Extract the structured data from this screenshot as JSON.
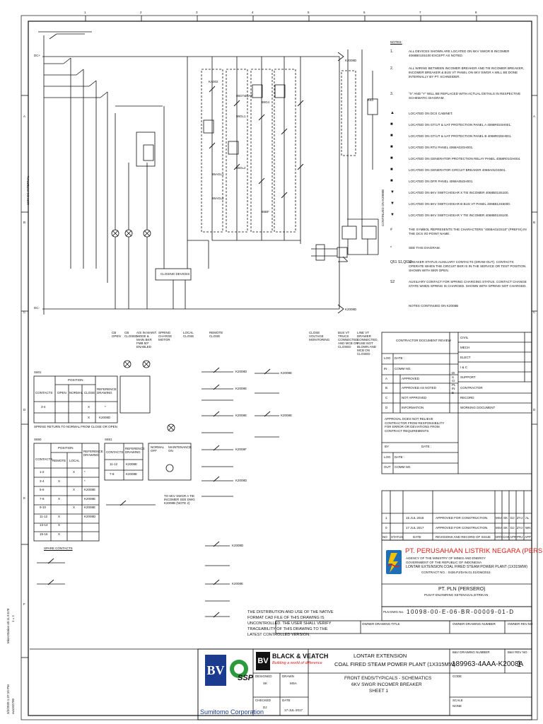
{
  "drawing": {
    "column_numbers": [
      "1",
      "2",
      "3",
      "4",
      "5",
      "6",
      "7",
      "8"
    ],
    "row_letters": [
      "A",
      "B",
      "C",
      "D",
      "E",
      "F"
    ],
    "side_label_left": "110V DC INTERNAL",
    "side_label_right": "CONTINUED ON K2008B"
  },
  "notes": {
    "heading": "NOTES:",
    "items": [
      {
        "num": "1.",
        "text": "ALL DEVICES SHOWN ARE LOCATED ON 6KV SWGR B INCOMER 4068B01S5100 EXCEPT AS NOTED."
      },
      {
        "num": "2.",
        "text": "ALL WIRING BETWEEN INCOMER BREAKER AND TIE INCOMER BREAKER, INCOMER BREAKER & BUS VT PANEL ON 6KV SWGR A WILL BE DONE INTERNALLY BY PT. SCHNEIDER."
      },
      {
        "num": "3.",
        "text": "\"X\" AND \"Y\" WILL BE REPLACED WITH ACTUAL DETAILS IN RESPECTIVE SCHEMATIC DIAGRAM."
      },
      {
        "num": "",
        "sym": "triangle",
        "text": "LOCATED ON DCS CABINET."
      },
      {
        "num": "",
        "sym": "sq",
        "text": "LOCATED ON GT/UT & UAT PROTECTION PANEL A 4068R02SH001."
      },
      {
        "num": "",
        "sym": "sq",
        "text": "LOCATED ON GT/UT & UAT PROTECTION PANEL B 4068R03SH001."
      },
      {
        "num": "",
        "sym": "sq",
        "text": "LOCATED ON RTU PANEL 4068A02GH001."
      },
      {
        "num": "",
        "sym": "sq",
        "text": "LOCATED ON GENERATOR PROTECTION RELAY PANEL 4068R01GH004."
      },
      {
        "num": "",
        "sym": "sq",
        "text": "LOCATED ON GENERATOR CIRCUIT BREAKER 4068A01GS001."
      },
      {
        "num": "",
        "sym": "sq",
        "text": "LOCATED ON DFR PANEL 4068A05GH001."
      },
      {
        "num": "",
        "sym": "tri-down",
        "text": "LOCATED ON 6KV SWITCHGEAR X TIE INCOMER 4068B01S5100."
      },
      {
        "num": "",
        "sym": "tri-down",
        "text": "LOCATED ON 6KV SWITCHGEAR B BUS VT PANEL 4068B12S5000."
      },
      {
        "num": "",
        "sym": "tri-down",
        "text": "LOCATED ON 6KV SWITCHGEAR Y TIE INCOMER 4068B01S5100."
      },
      {
        "num": "#",
        "text": "THE SYMBOL REPRESENTS THE CHARACTERS \"4068A01GS10\" (PREFIX) IN THE DCS I/O POINT NAME."
      },
      {
        "num": "*",
        "text": "SEE THIS DIAGRAM."
      },
      {
        "num": "Q51 S1,Q612",
        "text": "BREAKER STATUS AUXILIARY CONTACTS (DRAW-OUT). CONTACTS OPERATE WHEN THE CIRCUIT BKR IS IN THE SERVICE OR TEST POSITION. SHOWN WITH BKR OPEN."
      },
      {
        "num": "S2",
        "text": "AUXILIARY CONTACT FOR SPRING CHARGING STATUS. CONTACT CHANGE STATE WHEN SPRING IS CHARGED. SHOWN WITH SPRING NOT CHARGED."
      },
      {
        "num": "",
        "text": "NOTES CONTINUED ON K2008B"
      }
    ]
  },
  "schematic": {
    "dc_pos": "DC+",
    "dc_neg": "DC-",
    "ref_top": "K2008D",
    "ref_bottom": "K2008D",
    "closing_devices": "CLOSING DEVICES",
    "relay_labels": [
      "KA002",
      "86GT&UAT",
      "86G4",
      "86GL1",
      "86GL2",
      "86AGL1",
      "86AGL2",
      "86BF",
      "K44"
    ],
    "bottom_labels": [
      "CB OPEN",
      "CB CLOSED",
      "A/S IN MAINT. MODE & MAIN BKR FMB 50* ENABLED",
      "SPRING CHARGE MOTOR",
      "LOCAL CLOSE",
      "REMOTE CLOSE",
      "CLOSE VOLTAGE MONITORING",
      "BUS VT TRUCK CONNECTED AND MCB ON CLOSED",
      "LINE VT DRAWER CONNECTED, FUSE NOT BLOWN AND MCB ON CLOSED"
    ],
    "terminal_refs": [
      "K2008D",
      "K2008E",
      "K2008E",
      "K2008F",
      "K2008D",
      "K2008E",
      "K2008E",
      "K2008D",
      "K2008E"
    ]
  },
  "tables": {
    "s601_title": "S601",
    "s601_headers": [
      "CONTACTS",
      "OPEN",
      "NORMAL",
      "CLOSE",
      "REFERENCE DRAWING"
    ],
    "s601_position_label": "POSITION",
    "s601_rows": [
      [
        "3-4",
        "",
        "",
        "X",
        "*"
      ],
      [
        "",
        "",
        "",
        "X",
        "K2008D"
      ]
    ],
    "s601_caption": "SPRING RETURN TO NORMAL FROM CLOSE OR OPEN",
    "s650_title": "S650",
    "s650_headers": [
      "CONTACTS",
      "REMOTE",
      "LOCAL",
      "REFERENCE DRAWING"
    ],
    "s650_position_label": "POSITION",
    "s650_rows": [
      [
        "1-2",
        "",
        "X",
        "*"
      ],
      [
        "3-4",
        "X",
        "",
        "*"
      ],
      [
        "5-6",
        "",
        "X",
        "K2008E"
      ],
      [
        "7-8",
        "X",
        "",
        "K2008E"
      ],
      [
        "9-10",
        "",
        "X",
        "K2008E"
      ],
      [
        "11-12",
        "X",
        "",
        "K2008D"
      ],
      [
        "13-14",
        "X",
        "",
        ""
      ],
      [
        "15-16",
        "X",
        "",
        ""
      ]
    ],
    "s651_title": "S651",
    "s651_headers": [
      "CONTACTS",
      "REFERENCE DRAWING"
    ],
    "s651_rows": [
      [
        "11-12",
        "K2008E"
      ],
      [
        "7-8",
        "K2008E"
      ]
    ],
    "maint_headers": [
      "NORMAL OFF",
      "MAINTENANCE ON"
    ],
    "spare_contacts": "SPARE CONTACTS",
    "to_swgr_note": "TO 6KV SWGR A TIE INCOMER SEE DWG K2008B (NOTE 2)"
  },
  "review": {
    "title": "CONTRACTOR DOCUMENT REVIEW",
    "log_label": "LOG",
    "date_label": "DATE :",
    "in_label": "IN",
    "comm_no_label": "COMM NO.",
    "statuses": [
      {
        "code": "A",
        "label": "APPROVED"
      },
      {
        "code": "B",
        "label": "APPROVED AS NOTED"
      },
      {
        "code": "C",
        "label": "NOT APPROVED"
      },
      {
        "code": "D",
        "label": "INFORMATION"
      }
    ],
    "disclaimer": "APPROVAL DOES NOT RELIEVE CONTRACTOR FROM RESPONSIBILITY FOR ERROR OR DEVIATIONS FROM CONTRACT REQUIREMENTS",
    "by_label": "BY",
    "out_label": "OUT",
    "disciplines": [
      "CIVIL",
      "MECH",
      "ELECT",
      "I & C",
      "SUPPORT",
      "CONTRACTOR",
      "RECORD",
      "WORKING DOCUMENT"
    ],
    "discipline_vertical": "DISCIPLINE"
  },
  "revisions": {
    "rows": [
      {
        "no": "1",
        "date": "15 JUL 2018",
        "desc": "APPROVED FOR CONSTRUCTION",
        "drn": "MSA",
        "chk": "SK",
        "apr": "DJ",
        "prj": "ZYJ",
        "app": "AL"
      },
      {
        "no": "0",
        "date": "17 JUL 2017",
        "desc": "APPROVED FOR CONSTRUCTION",
        "drn": "MSA",
        "chk": "SK",
        "apr": "DJ",
        "prj": "ZYJ",
        "app": "WN"
      }
    ],
    "headers": [
      "NO",
      "STATUS",
      "DATE",
      "REVISIONS AND RECORD OF ISSUE",
      "DRN",
      "CHK",
      "APR",
      "PRJ",
      "APP"
    ]
  },
  "owner": {
    "name": "PT. PERUSAHAAN LISTRIK NEGARA (PERSERO)",
    "agency": "AGENCY OF THE MINISTRY OF MINES AND ENERGY",
    "government": "GOVERNMENT OF THE REPUBLIC OF INDONESIA",
    "project": "LONTAR EXTENSION COAL FIRED STEAM POWER PLANT (1X315MW)",
    "contract": "CONTRACT NO. : 0436.PJ/DAN.01.01/GM/2015",
    "pln": "PT. PLN (PERSERO)",
    "pln_sub": "PUSAT ENJINIRING KETENAGALISTRIKAN",
    "pln_dwg_label": "PLN DWG No.",
    "pln_dwg_no": "10098-00-E-06-BR-00009-01-D"
  },
  "distribution_note": "THE DISTRIBUTION AND USE OF THE NATIVE FORMAT CAD FILE OF THIS DRAWING IS UNCONTROLLED. THE USER SHALL VERIFY TRACEABILITY OF THIS DRAWING TO THE LATEST CONTROLLED VERSION.",
  "title_block": {
    "owner_dwg_title_label": "OWNER DRAWING TITLE",
    "owner_dwg_title_value": "",
    "owner_dwg_no_label": "OWNER DRAWING NUMBER",
    "owner_rev_label": "OWNER REV.NO",
    "project_line1": "LONTAR EXTENSION",
    "project_line2": "COAL FIRED STEAM POWER PLANT (1X315MW)",
    "bv_dwg_label": "B&V DRAWING NUMBER",
    "bv_dwg_no": "189963-4AAA-K2008A",
    "bv_rev_label": "B&V REV NO",
    "bv_rev": "1",
    "title1": "FRONT ENDS/TYPICALS - SCHEMATICS",
    "title2": "6KV SWGR INCOMER BREAKER",
    "title3": "SHEET 1",
    "designed_label": "DESIGNED",
    "designed": "SK",
    "drawn_label": "DRAWN",
    "drawn": "MSA",
    "checked_label": "CHECKED",
    "checked": "DJ",
    "date_label": "DATE",
    "date": "17-JUL-2017",
    "code_label": "CODE",
    "scale_label": "SCALE",
    "scale": "NONE",
    "bv_brand": "BLACK & VEATCH",
    "bv_tagline": "Building a world of difference",
    "sumitomo": "Sumitomo Corporation",
    "ssp": "SSP"
  },
  "side_stamp": {
    "line1": "MicroStation v8.11.9.578",
    "line2": "1 = 1",
    "line3": "3/2/2020 1:37:10 PM",
    "line4": "sva102700"
  },
  "colors": {
    "line": "#111111",
    "pln_red": "#d8221c",
    "pln_yellow": "#f2c200",
    "pln_blue": "#1f6fb6",
    "sumitomo_blue": "#1a3b8e",
    "ssp_red": "#d4201d",
    "ssp_green": "#2d9a3e"
  }
}
